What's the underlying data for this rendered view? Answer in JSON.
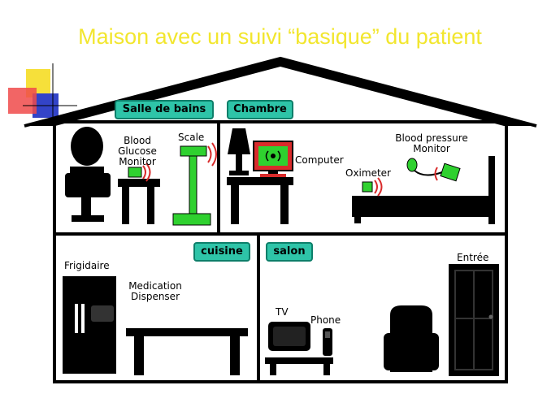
{
  "title": "Maison avec un suivi “basique” du patient",
  "rooms": {
    "bathroom": "Salle de bains",
    "bedroom": "Chambre",
    "kitchen": "cuisine",
    "living": "salon"
  },
  "devices": {
    "glucose_line1": "Blood",
    "glucose_line2": "Glucose",
    "glucose_line3": "Monitor",
    "scale": "Scale",
    "computer": "Computer",
    "oximeter": "Oximeter",
    "bp_line1": "Blood pressure",
    "bp_line2": "Monitor",
    "fridge": "Frigidaire",
    "med_line1": "Medication",
    "med_line2": "Dispenser",
    "tv": "TV",
    "phone": "Phone",
    "entry": "Entrée"
  },
  "colors": {
    "title": "#f2e62e",
    "tag_fill": "#2ec4a8",
    "sensor_green": "#2fd12f",
    "signal_red": "#d92b2b",
    "ink": "#000000"
  }
}
